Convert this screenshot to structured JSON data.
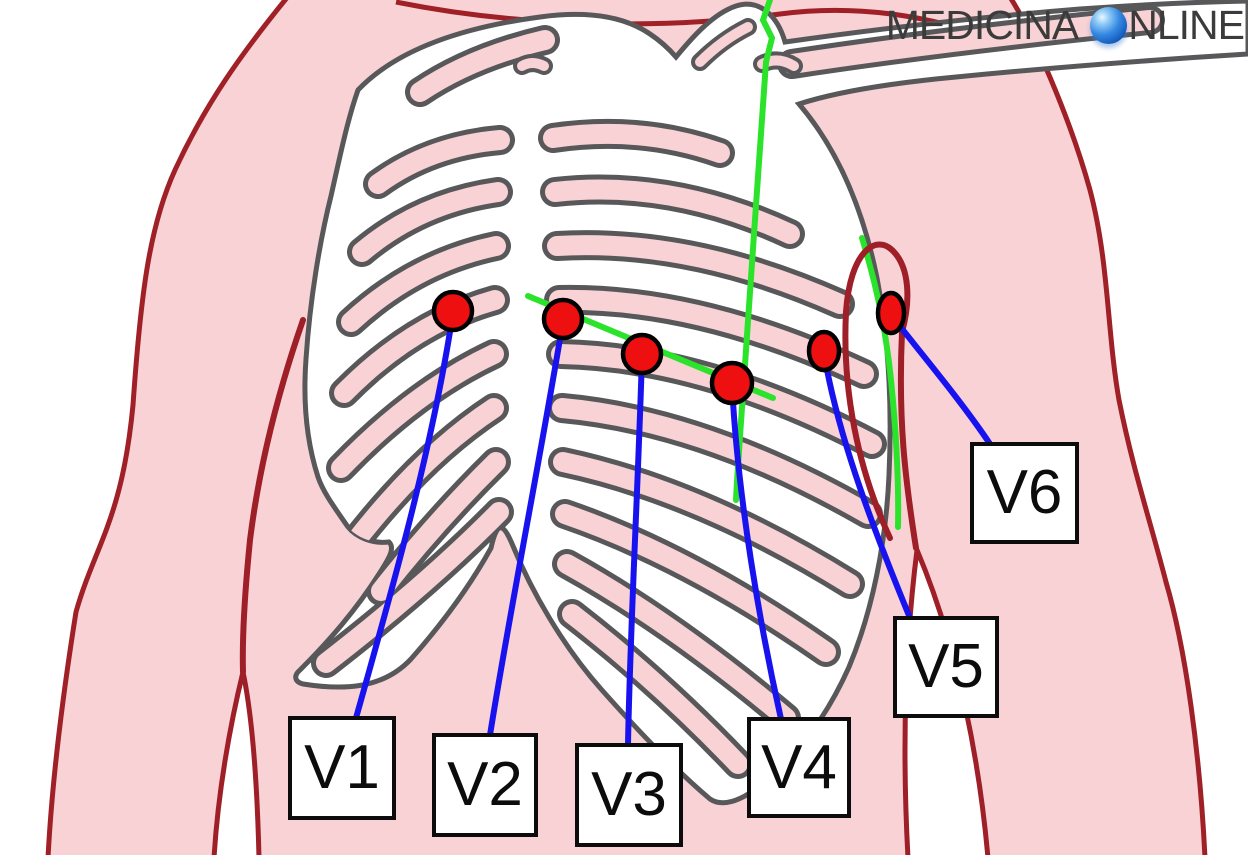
{
  "logo": {
    "brand_left": "MEDICINA",
    "brand_right": "NLINE",
    "globe_icon": "globe-icon"
  },
  "diagram": {
    "electrode_labels": [
      "V1",
      "V2",
      "V3",
      "V4",
      "V5",
      "V6"
    ]
  },
  "colors": {
    "background": "#ffffff",
    "body_fill": "#f8d2d5",
    "body_outline": "#a02027",
    "rib_fill": "#ffffff",
    "rib_outline": "#58585b",
    "intercostal_fill": "#f8d2d5",
    "electrode_fill": "#ee0f10",
    "electrode_outline": "#000000",
    "wire_blue": "#1813ee",
    "reference_line_green": "#2be32b",
    "marking_line_dark_red": "#9e1f27",
    "label_box_bg": "#ffffff",
    "label_box_border": "#0c0c0c",
    "logo_text": "#3b3b3b"
  }
}
